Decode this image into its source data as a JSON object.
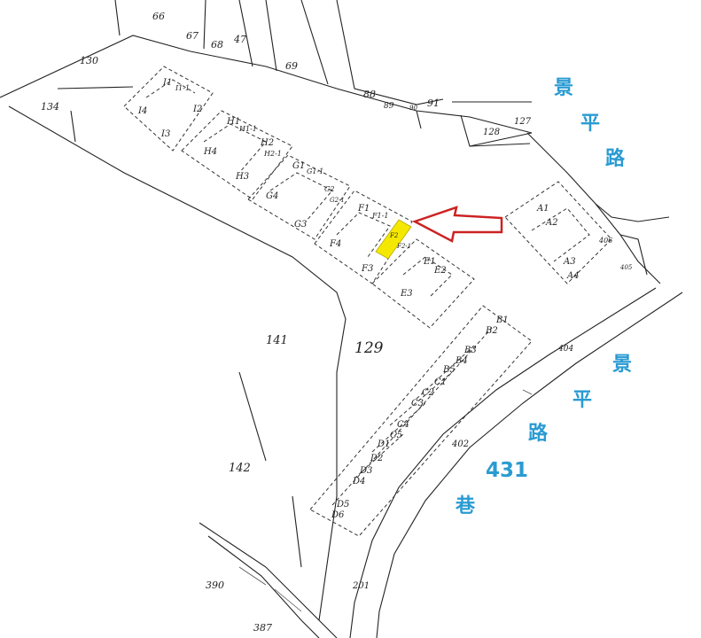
{
  "map": {
    "road_labels": {
      "road_upper": [
        "景",
        "平",
        "路"
      ],
      "road_lower": [
        "景",
        "平",
        "路"
      ],
      "lane_number": "431",
      "lane_char": "巷"
    },
    "parcel_numbers": [
      "66",
      "67",
      "68",
      "47",
      "69",
      "130",
      "134",
      "88",
      "89",
      "90",
      "91",
      "127",
      "128",
      "141",
      "129",
      "142",
      "390",
      "387",
      "201",
      "402",
      "404",
      "406",
      "405"
    ],
    "unit_labels": {
      "I": [
        "I1",
        "I1-1",
        "I2",
        "I3",
        "I4"
      ],
      "H": [
        "H1",
        "H1-1",
        "H2",
        "H2-1",
        "H3",
        "H4"
      ],
      "G": [
        "G1",
        "G1-1",
        "G2",
        "G2-1",
        "G3",
        "G4"
      ],
      "F": [
        "F1",
        "F1-1",
        "F2",
        "F2-1",
        "F3",
        "F4"
      ],
      "E": [
        "E1",
        "E2",
        "E3"
      ],
      "A": [
        "A1",
        "A2",
        "A3",
        "A4"
      ],
      "B": [
        "B1",
        "B2",
        "B3",
        "B4",
        "B5"
      ],
      "C": [
        "C1",
        "C2",
        "C3",
        "C4",
        "C5"
      ],
      "D": [
        "D1",
        "D2",
        "D3",
        "D4",
        "D5",
        "D6"
      ]
    },
    "highlight_color": "#f5e800",
    "arrow_color": "#cc2222",
    "road_label_color": "#2a9bd2"
  }
}
